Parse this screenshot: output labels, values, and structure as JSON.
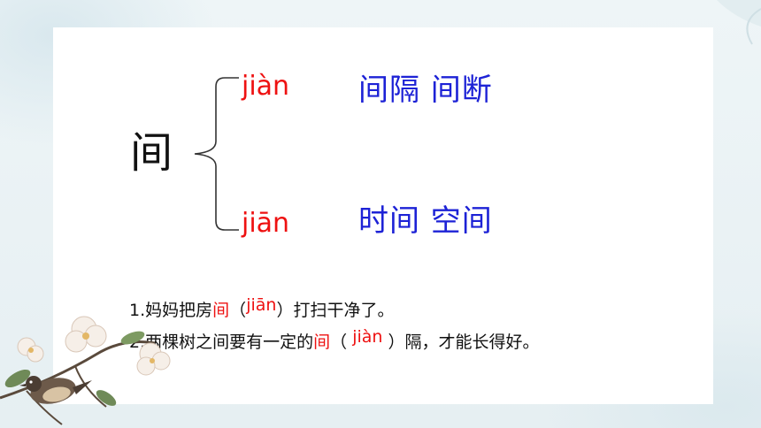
{
  "main_char": "间",
  "readings": [
    {
      "pinyin": "jiàn",
      "words": "间隔 间断"
    },
    {
      "pinyin": "jiān",
      "words": "时间 空间"
    }
  ],
  "sentences": [
    {
      "num": "1.",
      "before": "妈妈把房",
      "target": "间",
      "open": "（",
      "answer": "jiān",
      "close": "）",
      "after": "打扫干净了。"
    },
    {
      "num": "2.",
      "before": "两棵树之间要有一定的",
      "target": "间",
      "open": "（ ",
      "answer": "jiàn",
      "close": " ）",
      "after": "隔，才能长得好。"
    }
  ],
  "colors": {
    "pinyin": "#ee1111",
    "words": "#1d22d6",
    "target": "#ee1111"
  },
  "decorations": [
    "magnolia-branch-with-bird",
    "leaf-shadow-corner"
  ]
}
